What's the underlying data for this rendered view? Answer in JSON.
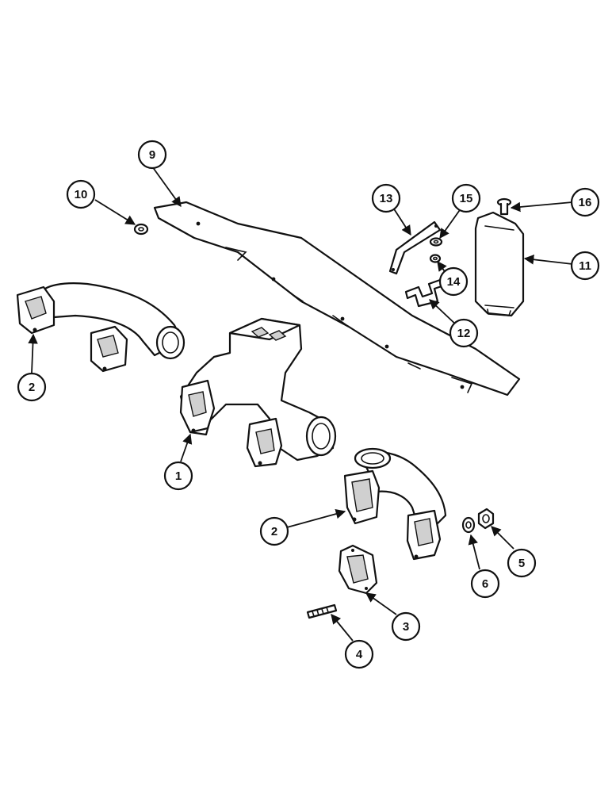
{
  "callouts": [
    {
      "id": "c1",
      "label": "1"
    },
    {
      "id": "c2a",
      "label": "2"
    },
    {
      "id": "c2b",
      "label": "2"
    },
    {
      "id": "c3",
      "label": "3"
    },
    {
      "id": "c4",
      "label": "4"
    },
    {
      "id": "c5",
      "label": "5"
    },
    {
      "id": "c6",
      "label": "6"
    },
    {
      "id": "c9",
      "label": "9"
    },
    {
      "id": "c10",
      "label": "10"
    },
    {
      "id": "c11",
      "label": "11"
    },
    {
      "id": "c12",
      "label": "12"
    },
    {
      "id": "c13",
      "label": "13"
    },
    {
      "id": "c14",
      "label": "14"
    },
    {
      "id": "c15",
      "label": "15"
    },
    {
      "id": "c16",
      "label": "16"
    }
  ],
  "colors": {
    "ink": "#111111",
    "paper": "#ffffff"
  }
}
